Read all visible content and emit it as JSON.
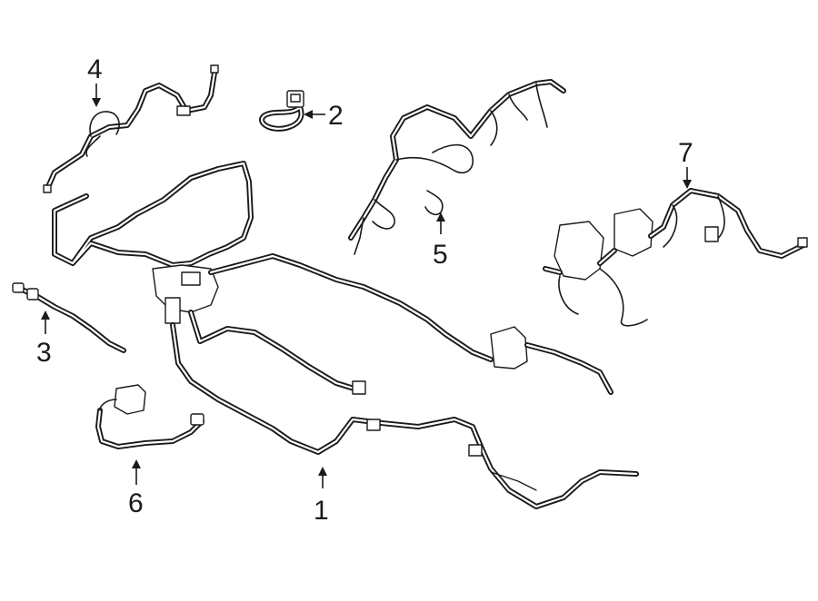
{
  "callouts": [
    {
      "id": "c1",
      "label": "1"
    },
    {
      "id": "c2",
      "label": "2"
    },
    {
      "id": "c3",
      "label": "3"
    },
    {
      "id": "c4",
      "label": "4"
    },
    {
      "id": "c5",
      "label": "5"
    },
    {
      "id": "c6",
      "label": "6"
    },
    {
      "id": "c7",
      "label": "7"
    }
  ],
  "colors": {
    "line": "#1a1a1a",
    "background": "#ffffff"
  }
}
